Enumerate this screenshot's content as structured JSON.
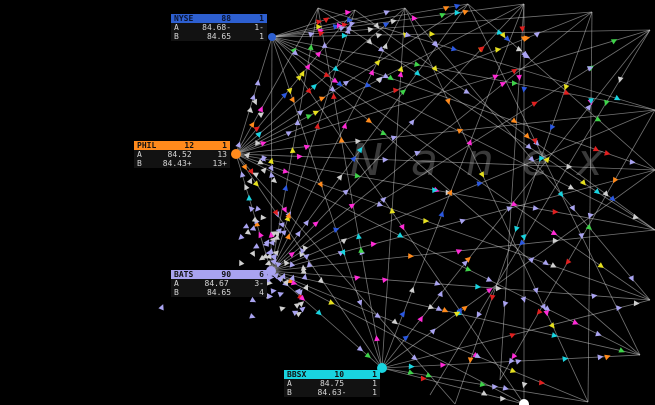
{
  "watermark": "Nanex",
  "colors": {
    "background": "#000000",
    "line": "#cfcfcf",
    "nyse": "#2d5fd0",
    "phil": "#ff8a1c",
    "bats": "#a9a3f0",
    "bbsx": "#19d4e0",
    "magenta": "#ff2bd6",
    "yellow": "#e6e020",
    "green": "#3fd24a",
    "red": "#e02020",
    "blue": "#2b58e0",
    "white": "#ffffff"
  },
  "exchanges": [
    {
      "id": "nyse",
      "name": "NYSE",
      "bid_size": "88",
      "ask_size": "1",
      "color": "#2d5fd0",
      "ask": {
        "label": "A",
        "price": "84.68-",
        "size": "1-"
      },
      "bid": {
        "label": "B",
        "price": "84.65",
        "size": "1"
      }
    },
    {
      "id": "phil",
      "name": "PHIL",
      "bid_size": "12",
      "ask_size": "1",
      "color": "#ff8a1c",
      "ask": {
        "label": "A",
        "price": "84.52",
        "size": "13"
      },
      "bid": {
        "label": "B",
        "price": "84.43+",
        "size": "13+"
      }
    },
    {
      "id": "bats",
      "name": "BATS",
      "bid_size": "90",
      "ask_size": "6",
      "color": "#a9a3f0",
      "ask": {
        "label": "A",
        "price": "84.67",
        "size": "3-"
      },
      "bid": {
        "label": "B",
        "price": "84.65",
        "size": "4"
      }
    },
    {
      "id": "bbsx",
      "name": "BBSX",
      "bid_size": "10",
      "ask_size": "1",
      "color": "#19d4e0",
      "ask": {
        "label": "A",
        "price": "84.75",
        "size": "1"
      },
      "bid": {
        "label": "B",
        "price": "84.63-",
        "size": "1"
      }
    }
  ]
}
